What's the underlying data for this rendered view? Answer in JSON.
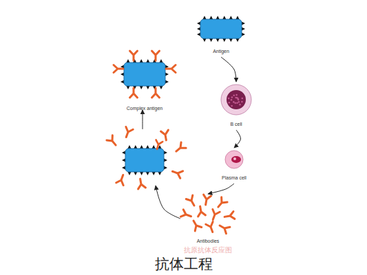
{
  "diagram": {
    "caption": "抗体工程",
    "nodes": [
      {
        "text": [
          "Antigen"
        ]
      },
      {
        "text": [
          "B cell"
        ]
      },
      {
        "text": [
          "Plasma cell"
        ]
      },
      {
        "text": [
          "Antibodies"
        ]
      },
      {
        "text": [
          "Complex antigen"
        ]
      }
    ],
    "edges": [
      {
        "from": 0,
        "to": 1,
        "arrow": "to"
      },
      {
        "from": 1,
        "to": 2,
        "arrow": "to"
      },
      {
        "from": 2,
        "to": 3,
        "arrow": "to"
      }
    ],
    "labels": [
      "抗原抗体反应图"
    ]
  }
}
